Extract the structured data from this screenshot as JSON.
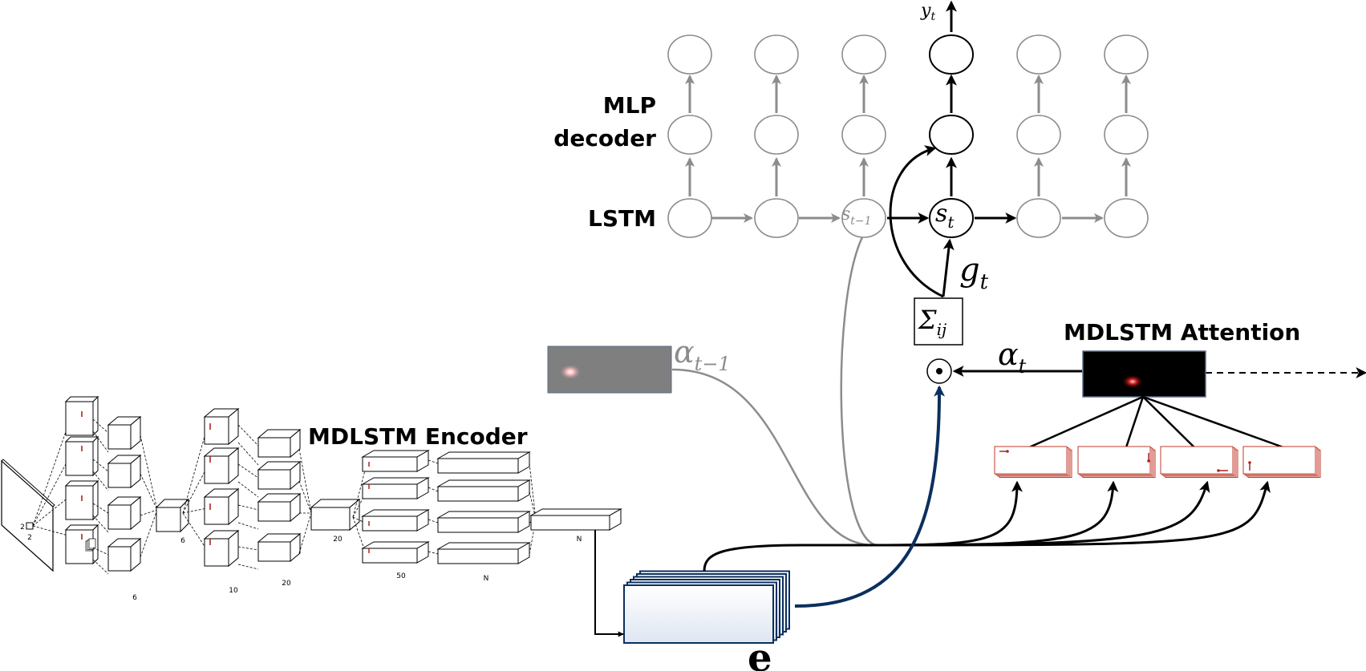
{
  "labels": {
    "mlp_decoder_line1": "MLP",
    "mlp_decoder_line2": "decoder",
    "lstm": "LSTM",
    "mdlstm_attention": "MDLSTM Attention",
    "mdlstm_encoder": "MDLSTM Encoder"
  },
  "math": {
    "y_base": "y",
    "y_sub": "t",
    "s_prev_base": "s",
    "s_prev_sub": "t−1",
    "s_base": "s",
    "s_sub": "t",
    "g_base": "g",
    "g_sub": "t",
    "sigma_base": "Σ",
    "sigma_sub": "ij",
    "alpha_base": "α",
    "alpha_sub": "t",
    "alpha_prev_base": "α",
    "alpha_prev_sub": "t−1",
    "e": "e",
    "odot": "⊙"
  },
  "encoder_dims": {
    "input_h": "2",
    "input_w": "2",
    "l1": "6",
    "l2": "6",
    "l3": "10",
    "l4": "20",
    "l5": "20",
    "l6": "50",
    "l7": "N",
    "l8": "N"
  },
  "colors": {
    "gray": "#8c8c8c",
    "black": "#000000",
    "blue": "#0b2f5e",
    "red": "#b22222",
    "map_gray": "#7f7f7f",
    "map_black": "#000000"
  }
}
